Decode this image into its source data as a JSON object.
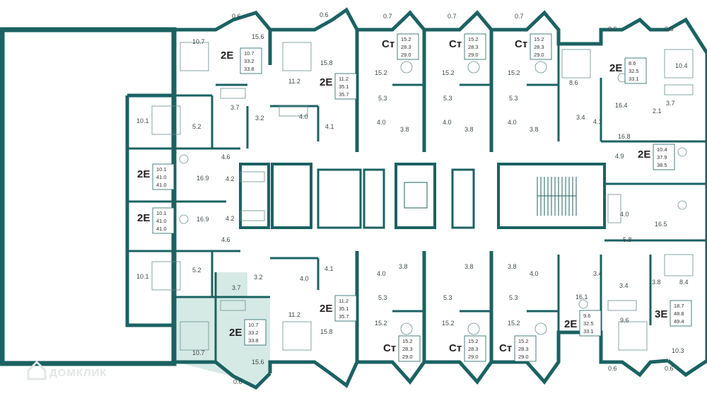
{
  "plan": {
    "watermark": "ДОМКЛИК",
    "highlight_color": "#cfe6e1",
    "wall_color": "#1b6262"
  },
  "apartments": [
    {
      "id": "a1",
      "code": "2E",
      "areas": [
        "10.7",
        "33.2",
        "33.8"
      ]
    },
    {
      "id": "a2",
      "code": "2E",
      "areas": [
        "11.2",
        "35.1",
        "35.7"
      ]
    },
    {
      "id": "a3",
      "code": "Ст",
      "areas": [
        "15.2",
        "28.3",
        "29.0"
      ]
    },
    {
      "id": "a4",
      "code": "Ст",
      "areas": [
        "15.2",
        "28.3",
        "29.0"
      ]
    },
    {
      "id": "a5",
      "code": "Ст",
      "areas": [
        "15.2",
        "28.3",
        "29.0"
      ]
    },
    {
      "id": "a6",
      "code": "2E",
      "areas": [
        "8.6",
        "32.5",
        "33.1"
      ]
    },
    {
      "id": "a7",
      "code": "2E",
      "areas": [
        "10.1",
        "41.0",
        "41.0"
      ]
    },
    {
      "id": "a8",
      "code": "2E",
      "areas": [
        "10.1",
        "41.0",
        "41.0"
      ]
    },
    {
      "id": "a9",
      "code": "2E",
      "areas": [
        "10.4",
        "37.9",
        "38.5"
      ]
    },
    {
      "id": "a10",
      "code": "2E",
      "areas": [
        "10.7",
        "33.2",
        "33.8"
      ],
      "highlighted": true
    },
    {
      "id": "a11",
      "code": "2E",
      "areas": [
        "11.2",
        "35.1",
        "35.7"
      ]
    },
    {
      "id": "a12",
      "code": "Ст",
      "areas": [
        "15.2",
        "28.3",
        "29.0"
      ]
    },
    {
      "id": "a13",
      "code": "Ст",
      "areas": [
        "15.2",
        "28.3",
        "29.0"
      ]
    },
    {
      "id": "a14",
      "code": "Ст",
      "areas": [
        "15.2",
        "28.3",
        "29.0"
      ]
    },
    {
      "id": "a15",
      "code": "2E",
      "areas": [
        "9.6",
        "32.5",
        "33.1"
      ]
    },
    {
      "id": "a16",
      "code": "3E",
      "areas": [
        "18.7",
        "48.8",
        "49.4"
      ]
    }
  ],
  "room_labels": [
    "0.6",
    "0.6",
    "0.7",
    "0.7",
    "0.7",
    "0.6",
    "0.6",
    "10.7",
    "15.6",
    "15.8",
    "15.2",
    "15.2",
    "15.2",
    "10.4",
    "11.2",
    "3.7",
    "3.2",
    "4.0",
    "4.1",
    "5.3",
    "5.3",
    "5.3",
    "8.6",
    "16.4",
    "3.7",
    "2.1",
    "10.1",
    "5.2",
    "4.0",
    "3.8",
    "4.0",
    "3.8",
    "4.0",
    "3.8",
    "3.4",
    "4.1",
    "16.8",
    "4.6",
    "4.9",
    "16.9",
    "4.2",
    "4.2",
    "16.9",
    "4.0",
    "16.5",
    "4.6",
    "5.8",
    "10.1",
    "5.2",
    "3.2",
    "3.7",
    "4.1",
    "4.0",
    "3.8",
    "4.0",
    "3.8",
    "3.8",
    "4.0",
    "3.4",
    "3.8",
    "8.4",
    "3.4",
    "11.2",
    "5.3",
    "5.3",
    "5.3",
    "16.1",
    "9.6",
    "15.8",
    "15.2",
    "15.2",
    "15.2",
    "10.7",
    "15.6",
    "0.6",
    "0.6",
    "0.6",
    "10.3"
  ]
}
